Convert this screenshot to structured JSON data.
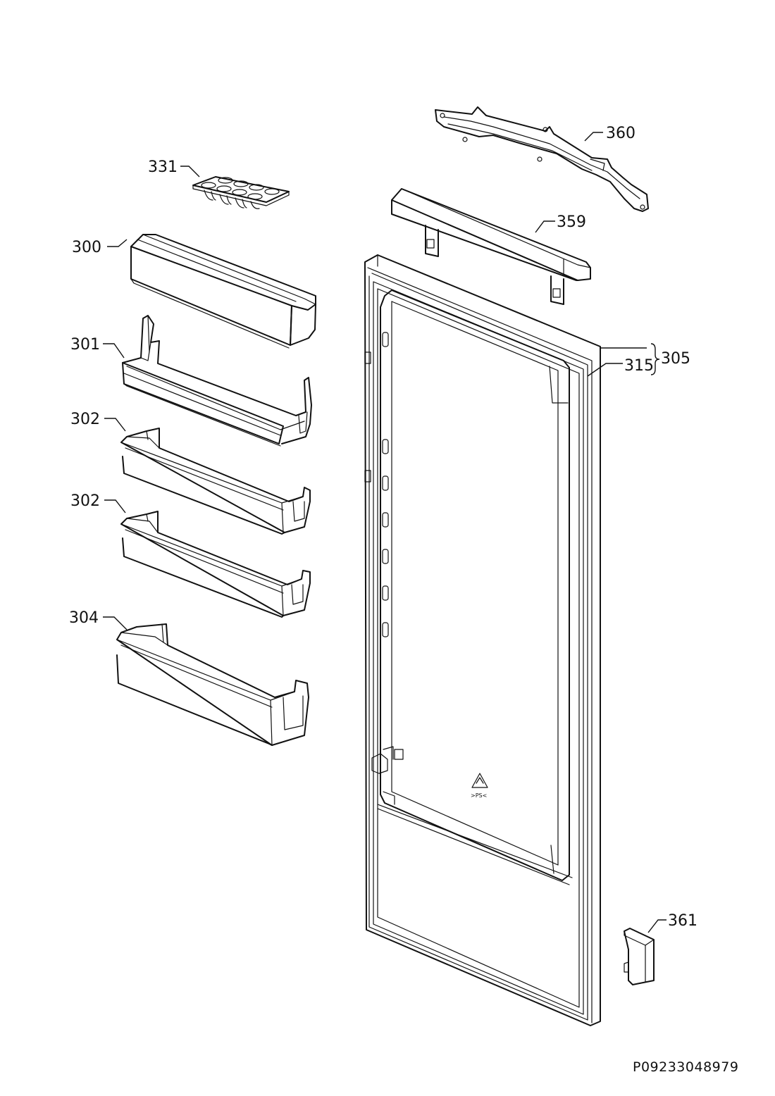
{
  "labels": {
    "p331": "331",
    "p300": "300",
    "p301": "301",
    "p302a": "302",
    "p302b": "302",
    "p304": "304",
    "p360": "360",
    "p359": "359",
    "p305": "305",
    "p315": "315",
    "p361": "361"
  },
  "reference_code": "P09233048979",
  "colors": {
    "line": "#111111",
    "background": "#ffffff"
  }
}
